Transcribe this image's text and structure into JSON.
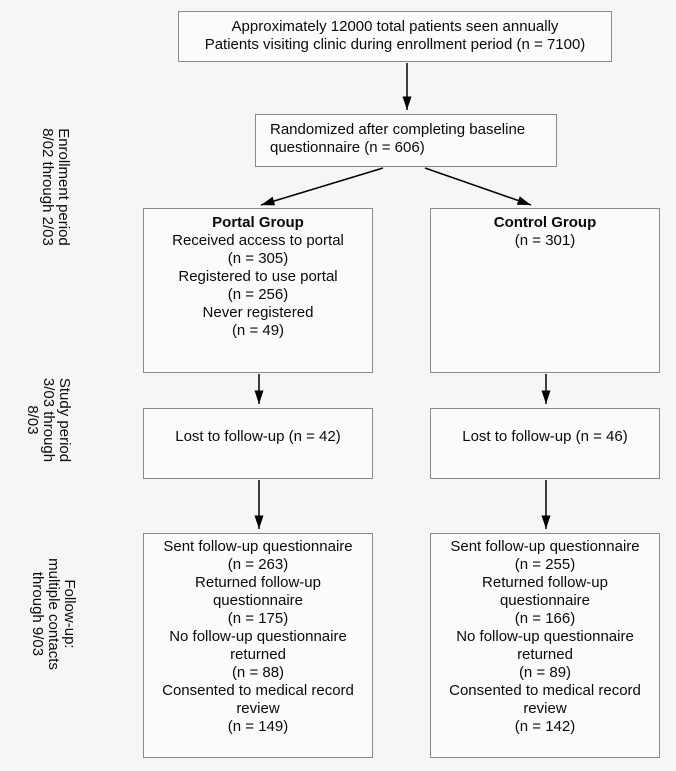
{
  "diagram": {
    "side_labels": [
      {
        "name": "enrollment-period",
        "lines": [
          "Enrollment period",
          "8/02 through 2/03"
        ]
      },
      {
        "name": "study-period",
        "lines": [
          "Study period",
          "3/03 through",
          "8/03"
        ]
      },
      {
        "name": "follow-up-period",
        "lines": [
          "Follow-up:",
          "multiple contacts",
          "through 9/03"
        ]
      }
    ],
    "boxes": {
      "total": {
        "lines": [
          "Approximately 12000 total patients seen annually",
          "Patients visiting clinic during enrollment period (n = 7100)"
        ]
      },
      "randomized": {
        "lines": [
          "Randomized after completing baseline",
          "questionnaire (n = 606)"
        ]
      },
      "portal": {
        "title": "Portal Group",
        "lines": [
          "Received access to portal",
          "(n = 305)",
          "Registered to use portal",
          "(n = 256)",
          "Never registered",
          "(n = 49)"
        ]
      },
      "control": {
        "title": "Control Group",
        "lines": [
          "(n = 301)"
        ]
      },
      "lost_portal": {
        "label": "Lost to follow-up (n = 42)"
      },
      "lost_control": {
        "label": "Lost to follow-up (n = 46)"
      },
      "followup_portal": {
        "lines": [
          "Sent follow-up questionnaire",
          "(n = 263)",
          "Returned follow-up",
          "questionnaire",
          "(n = 175)",
          "No follow-up questionnaire",
          "returned",
          "(n = 88)",
          "Consented to medical record",
          "review",
          "(n = 149)"
        ]
      },
      "followup_control": {
        "lines": [
          "Sent follow-up questionnaire",
          "(n = 255)",
          "Returned follow-up",
          "questionnaire",
          "(n = 166)",
          "No follow-up questionnaire",
          "returned",
          "(n = 89)",
          "Consented to medical record",
          "review",
          "(n = 142)"
        ]
      }
    },
    "colors": {
      "background": "#f6f6f4",
      "box_fill": "#fbfbfa",
      "box_border": "#8a8a8a",
      "arrow": "#000000",
      "text": "#0a0a0a"
    }
  }
}
